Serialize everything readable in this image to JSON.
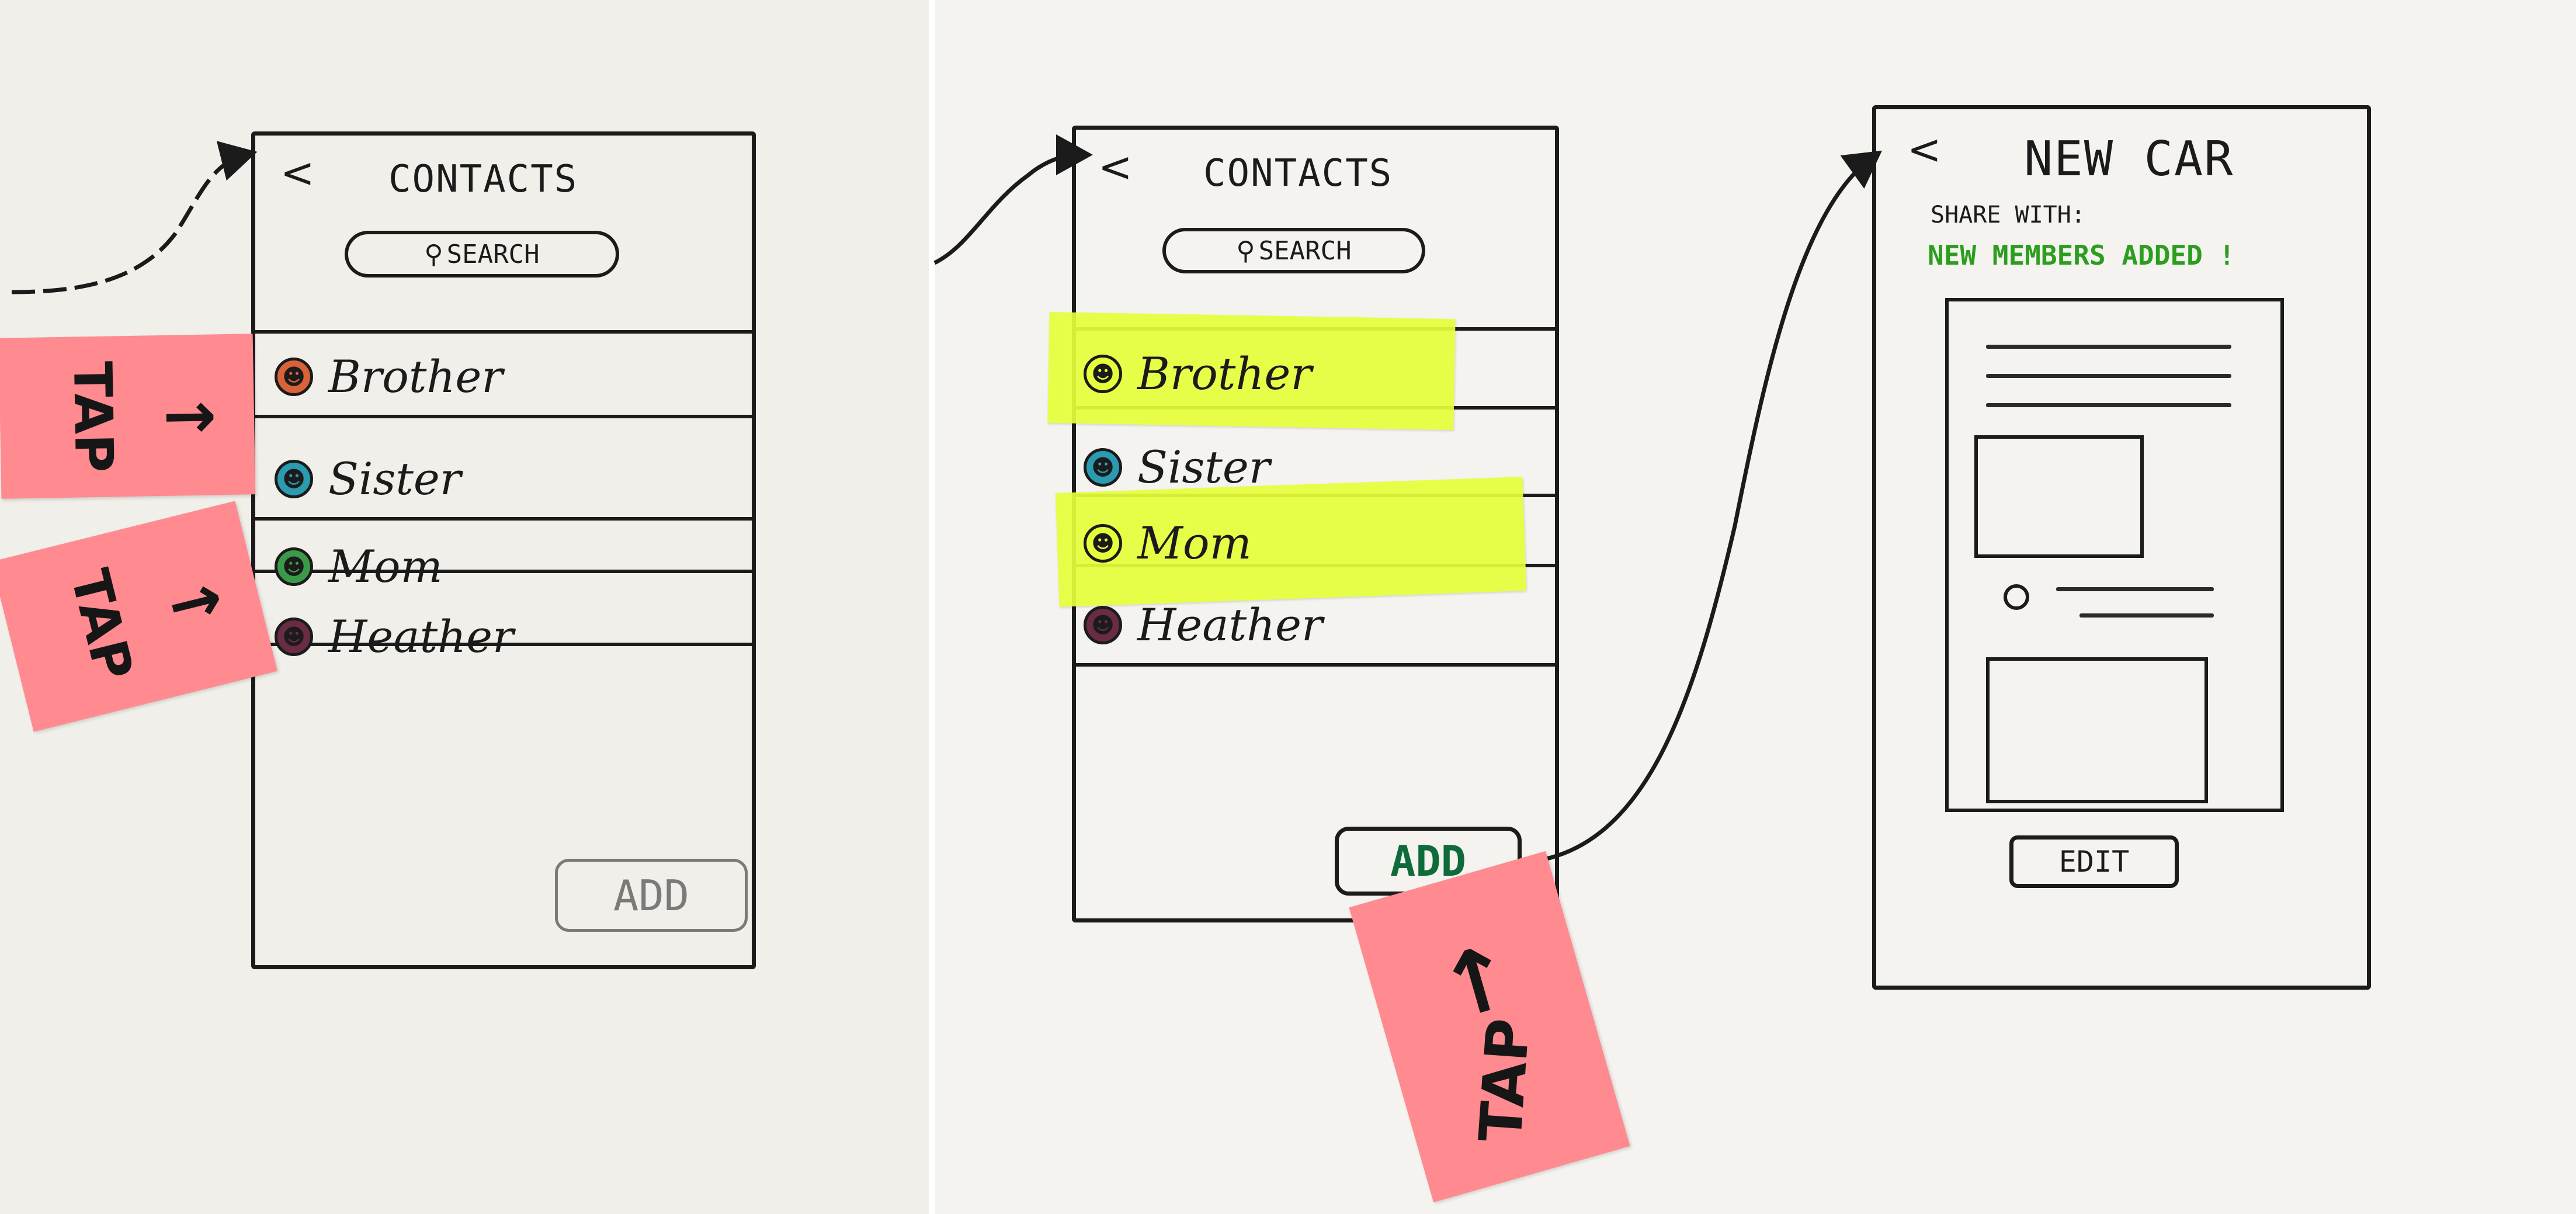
{
  "colors": {
    "paper": "#f1efea",
    "ink": "#1b1b1b",
    "sticky_note": "#ff8a8f",
    "highlight": "#e6ff3b",
    "success_text": "#2c9e1f",
    "add_active_text": "#0f6b3a",
    "add_inactive_text": "#7a7a7a",
    "avatar_brother": "#d8633a",
    "avatar_sister": "#2a9bb0",
    "avatar_mom": "#3a9a4a",
    "avatar_heather": "#6a2b44"
  },
  "icons": {
    "back": "chevron-left-icon",
    "search": "magnifier-icon",
    "avatar": "person-icon",
    "arrow": "arrow-right-icon"
  },
  "screen1": {
    "back": "<",
    "title": "CONTACTS",
    "search": "SEARCH",
    "contacts": [
      "Brother",
      "Sister",
      "Mom",
      "Heather"
    ],
    "add": "ADD"
  },
  "screen2": {
    "back": "<",
    "title": "CONTACTS",
    "search": "SEARCH",
    "contacts": [
      "Brother",
      "Sister",
      "Mom",
      "Heather"
    ],
    "add": "ADD"
  },
  "screen3": {
    "back": "<",
    "title": "NEW CAR",
    "share_with": "SHARE WITH:",
    "status": "NEW MEMBERS ADDED !",
    "edit": "EDIT"
  },
  "notes": {
    "tap1": "TAP",
    "tap2": "TAP",
    "tap3": "TAP",
    "arrow": "→"
  }
}
